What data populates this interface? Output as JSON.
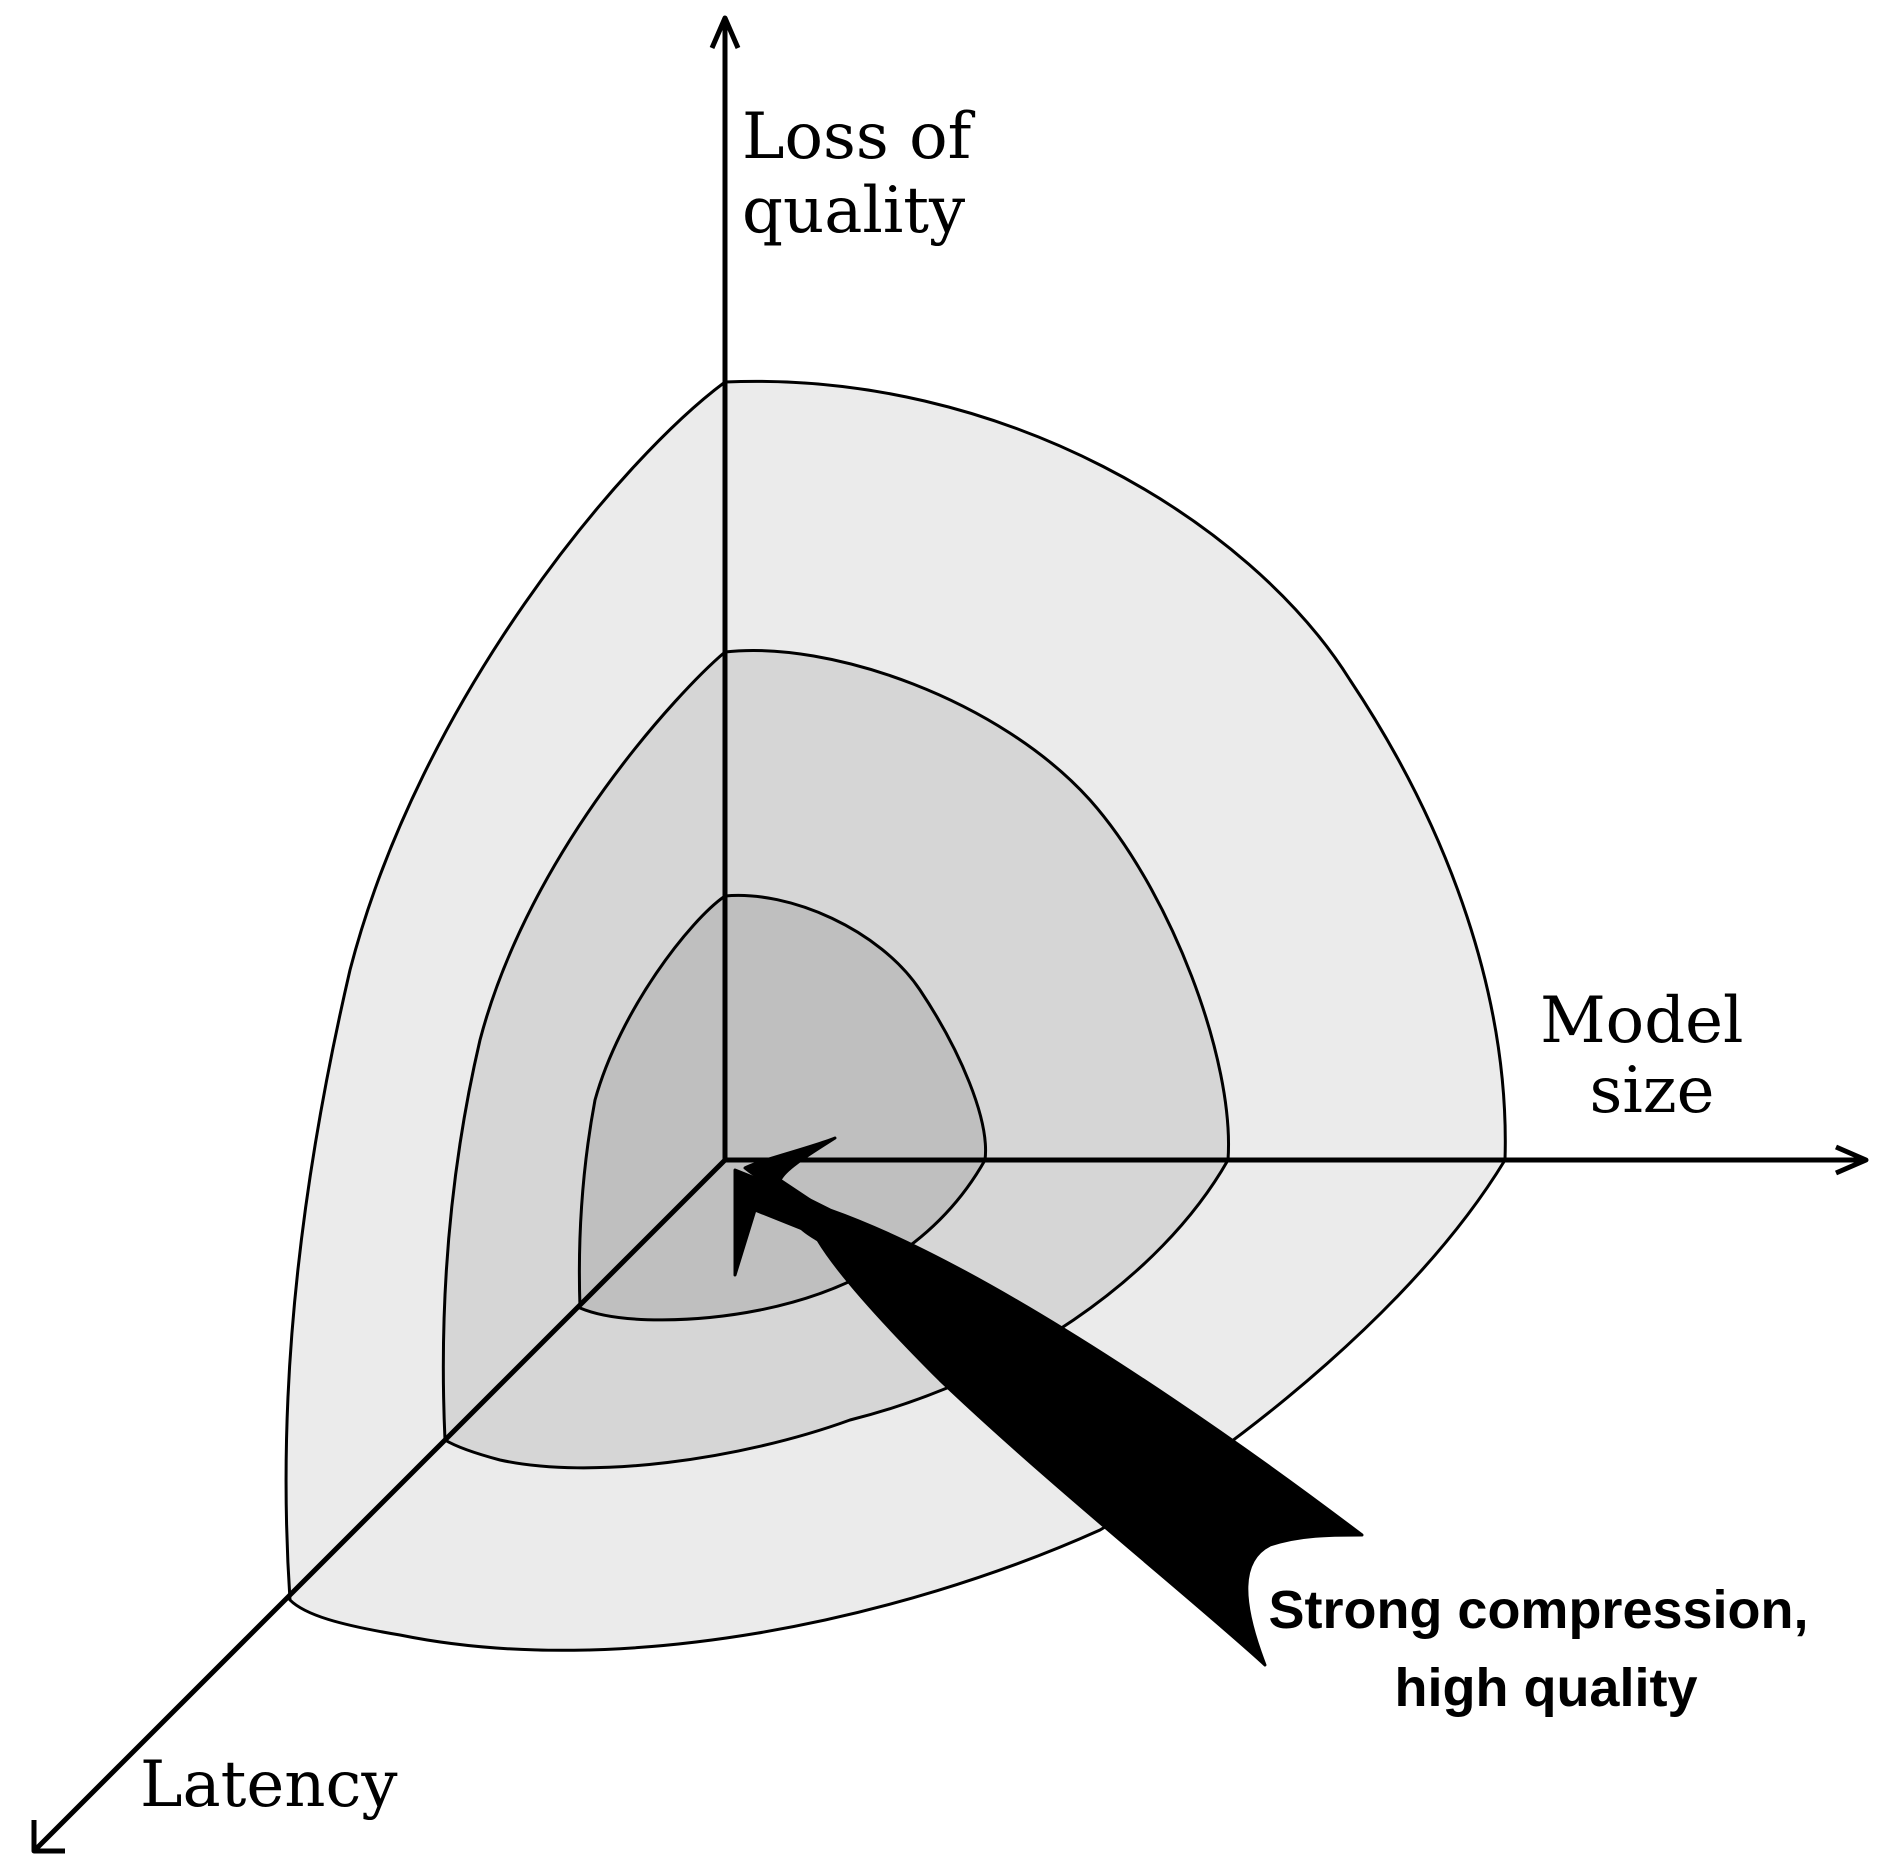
{
  "axes": {
    "vertical_label": [
      "Loss of",
      "quality"
    ],
    "horizontal_label": [
      "Model",
      "size"
    ],
    "diagonal_label": "Latency"
  },
  "callout": {
    "lines": [
      "Strong compression,",
      "high quality"
    ]
  },
  "colors": {
    "outer_region": "#ebebeb",
    "middle_region": "#d6d6d6",
    "inner_region": "#bfbfbf",
    "stroke": "#000000",
    "arrow": "#000000"
  }
}
